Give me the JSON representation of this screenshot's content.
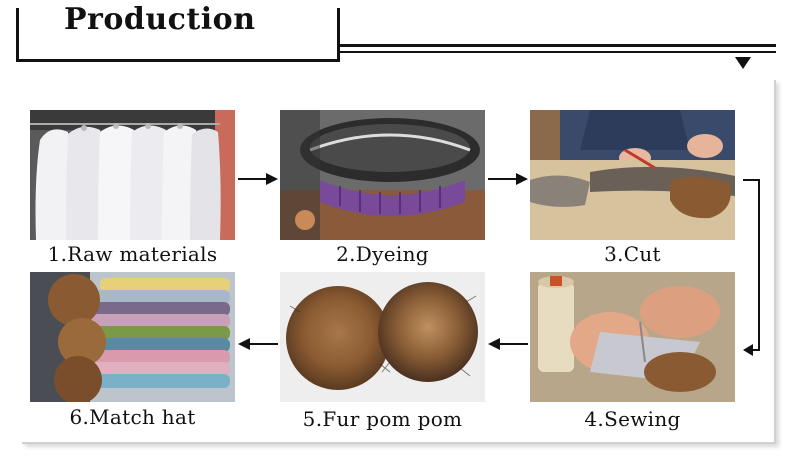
{
  "header": {
    "title": "Production"
  },
  "steps": [
    {
      "label": "1.Raw materials",
      "icon": "raw-fur-pelts"
    },
    {
      "label": "2.Dyeing",
      "icon": "dyeing-machine"
    },
    {
      "label": "3.Cut",
      "icon": "cutting-fur"
    },
    {
      "label": "4.Sewing",
      "icon": "sewing-thread"
    },
    {
      "label": "5.Fur pom pom",
      "icon": "fur-pom-poms"
    },
    {
      "label": "6.Match hat",
      "icon": "hats-with-pom-poms"
    }
  ],
  "colors": {
    "line": "#111111",
    "frame": "#d0d0d0",
    "dye_purple": "#7a4a9a",
    "fur_brown": "#8a5a32"
  }
}
